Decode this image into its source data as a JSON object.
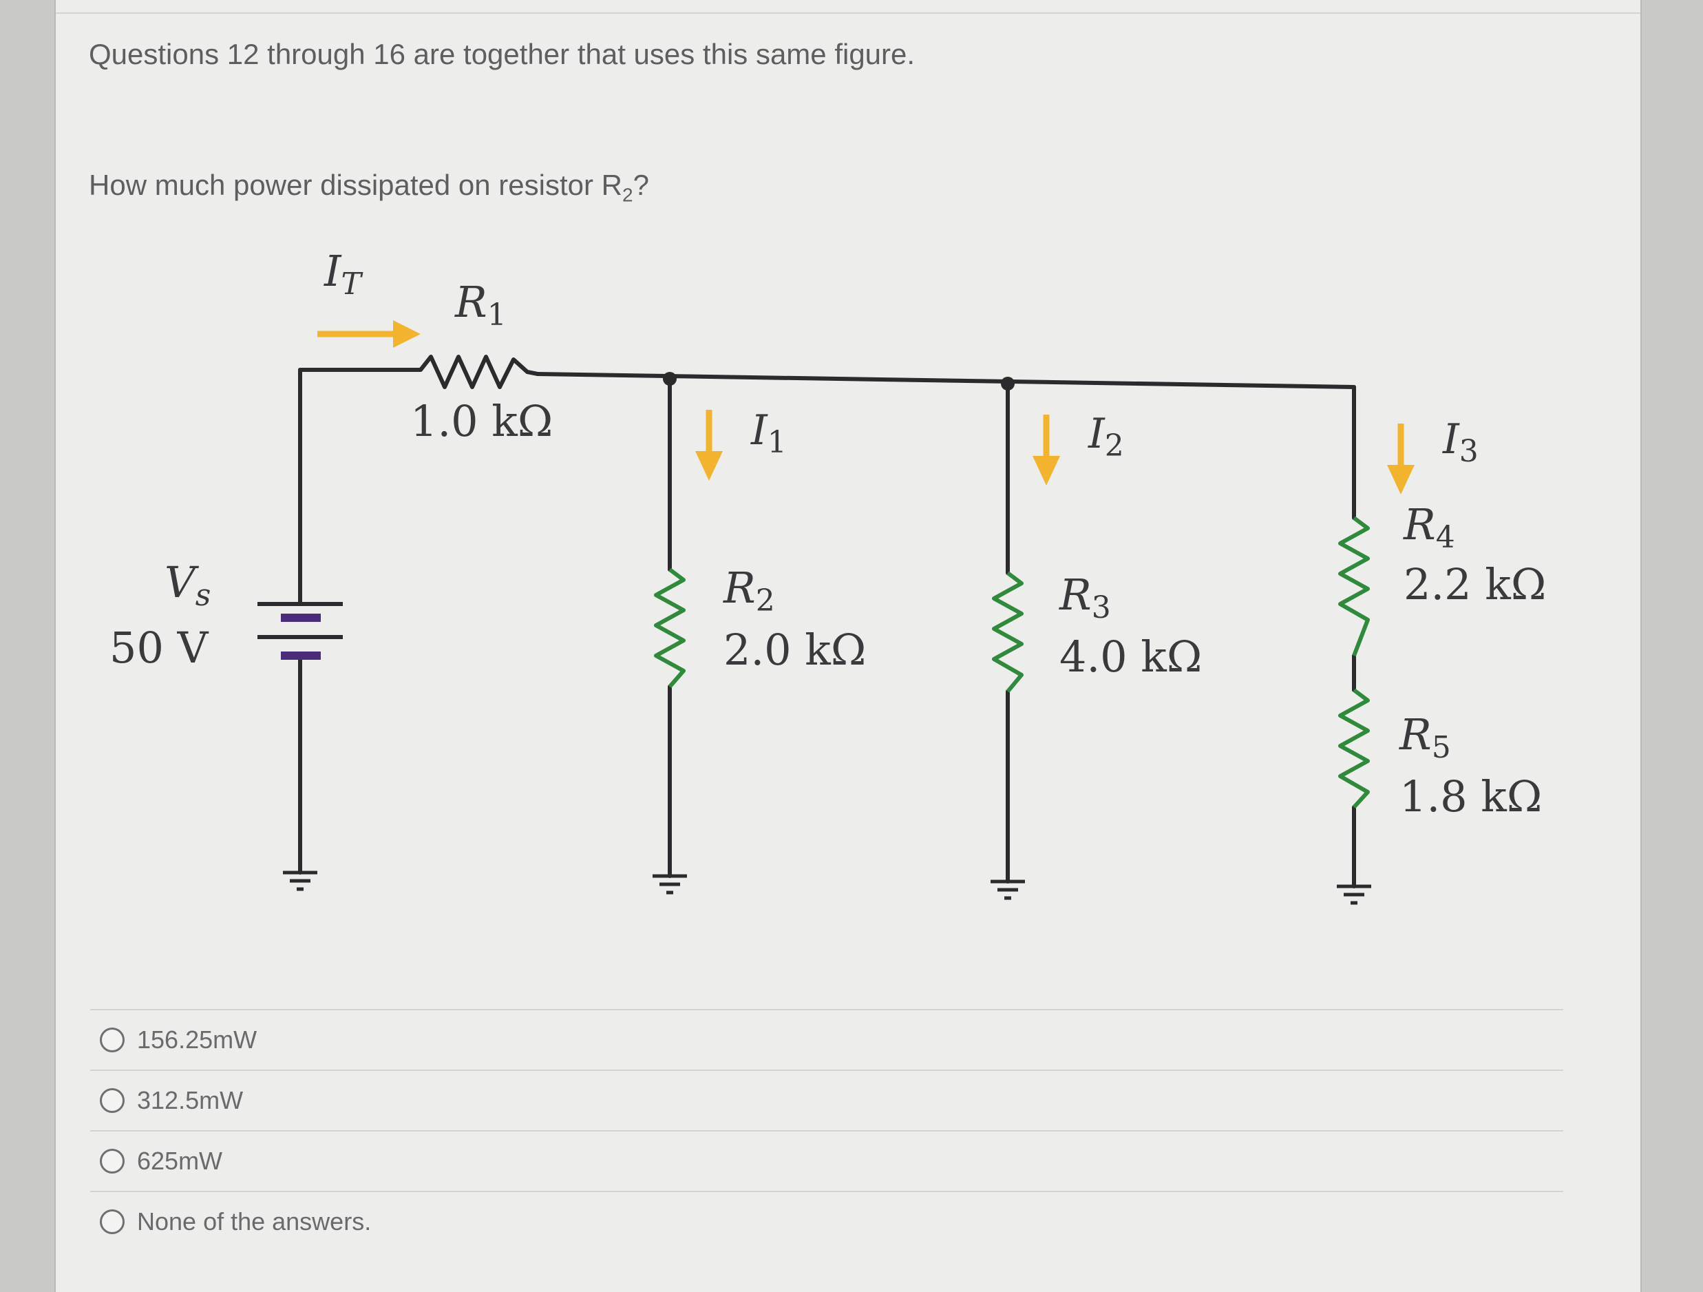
{
  "intro": "Questions 12 through 16 are together that uses this same figure.",
  "question": {
    "text_before": "How much power dissipated on resistor R",
    "subscript": "2",
    "text_after": "?"
  },
  "circuit": {
    "source": {
      "name": "V",
      "sub": "s",
      "value": "50 V"
    },
    "total_current": {
      "name": "I",
      "sub": "T"
    },
    "r1": {
      "name": "R",
      "sub": "1",
      "value": "1.0 kΩ"
    },
    "branch1": {
      "current_name": "I",
      "current_sub": "1",
      "resistor_name": "R",
      "resistor_sub": "2",
      "value": "2.0 kΩ"
    },
    "branch2": {
      "current_name": "I",
      "current_sub": "2",
      "resistor_name": "R",
      "resistor_sub": "3",
      "value": "4.0 kΩ"
    },
    "branch3": {
      "current_name": "I",
      "current_sub": "3",
      "r4_name": "R",
      "r4_sub": "4",
      "r4_value": "2.2 kΩ",
      "r5_name": "R",
      "r5_sub": "5",
      "r5_value": "1.8 kΩ"
    },
    "colors": {
      "wire": "#2b2b2d",
      "resistor_series": "#2b2b2d",
      "resistor_branch": "#2f8a3c",
      "battery_plate": "#4a2c7a",
      "arrow": "#f1b42c"
    }
  },
  "answers": [
    {
      "label": "156.25mW"
    },
    {
      "label": "312.5mW"
    },
    {
      "label": "625mW"
    },
    {
      "label": "None of the answers."
    }
  ]
}
